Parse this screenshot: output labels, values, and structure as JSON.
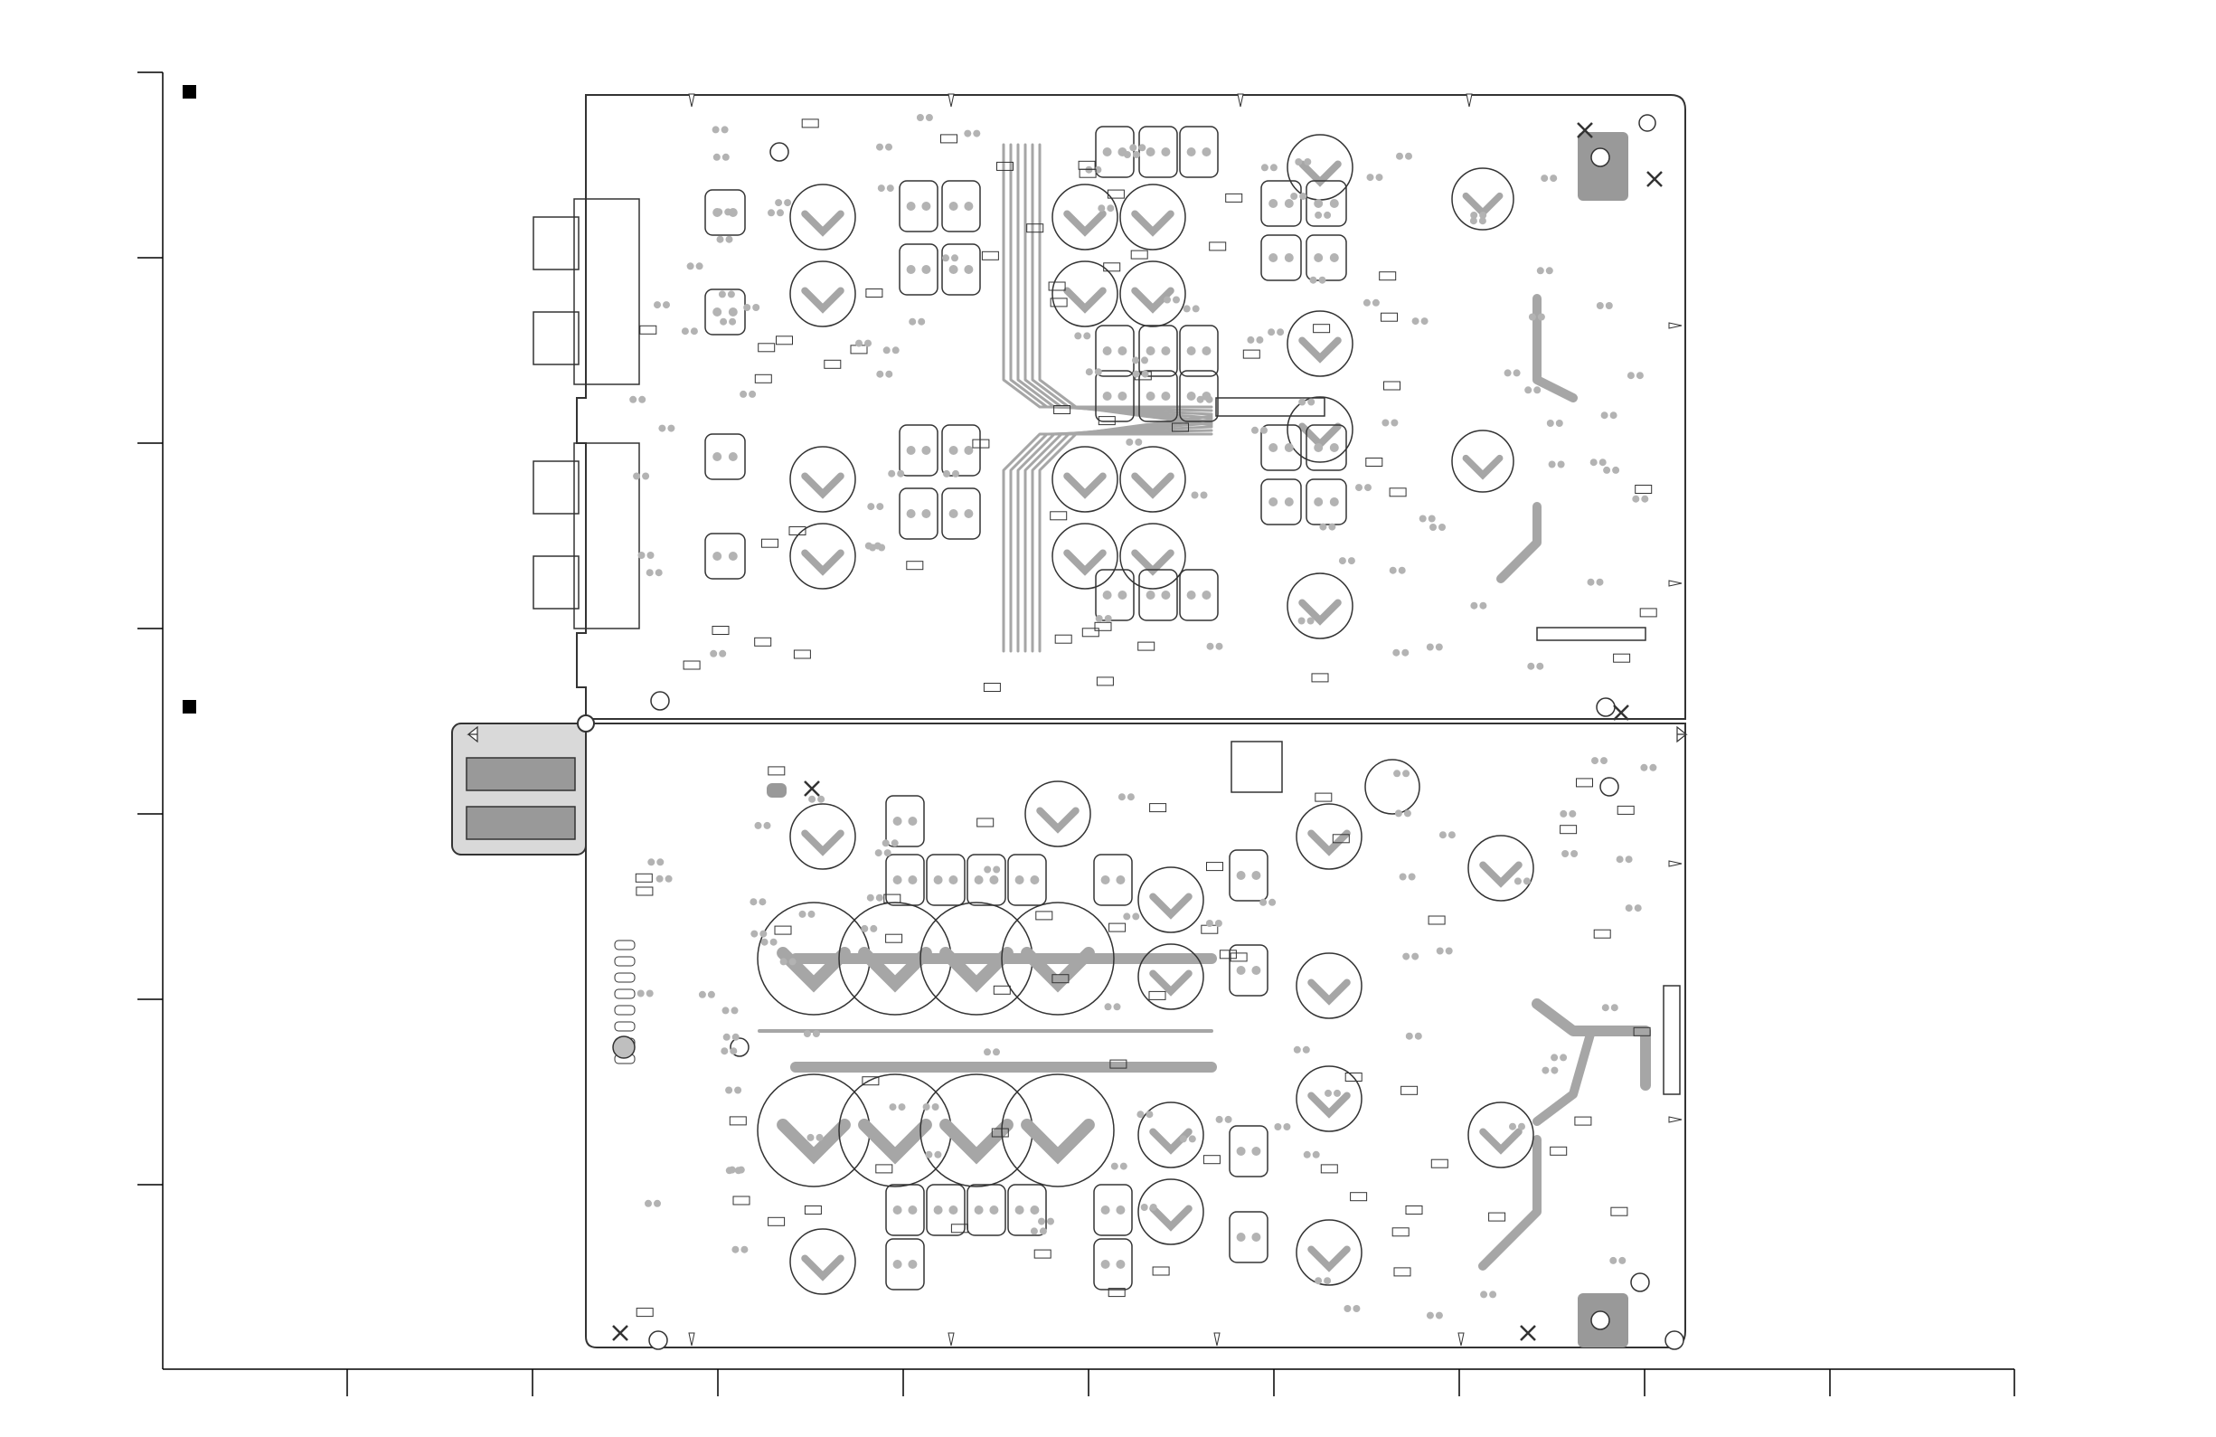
{
  "sheet": {
    "frame_color": "#000000",
    "board_outline_color": "#333333",
    "trace_color": "#a6a6a6",
    "pad_color": "#b3b3b3",
    "copper_fill_color": "#999999"
  },
  "section_markers": [
    {
      "name": "section-marker-top",
      "glyph": "square"
    },
    {
      "name": "section-marker-bottom",
      "glyph": "square"
    }
  ],
  "boards": [
    {
      "name": "board-upper",
      "channels": 2,
      "parts": [
        "connector-jacks",
        "electrolytic-capacitors",
        "transistors",
        "resistor-arrays",
        "header-connector"
      ]
    },
    {
      "name": "board-lower",
      "channels": 2,
      "parts": [
        "large-filter-capacitors",
        "transistors",
        "resistor-arrays",
        "header-connector"
      ]
    },
    {
      "name": "board-sub-module",
      "parts": [
        "ic-packages"
      ]
    }
  ],
  "icons": [
    "section-marker-icon",
    "mounting-hole-icon",
    "fiducial-icon",
    "screw-icon",
    "arrow-marker-icon"
  ]
}
